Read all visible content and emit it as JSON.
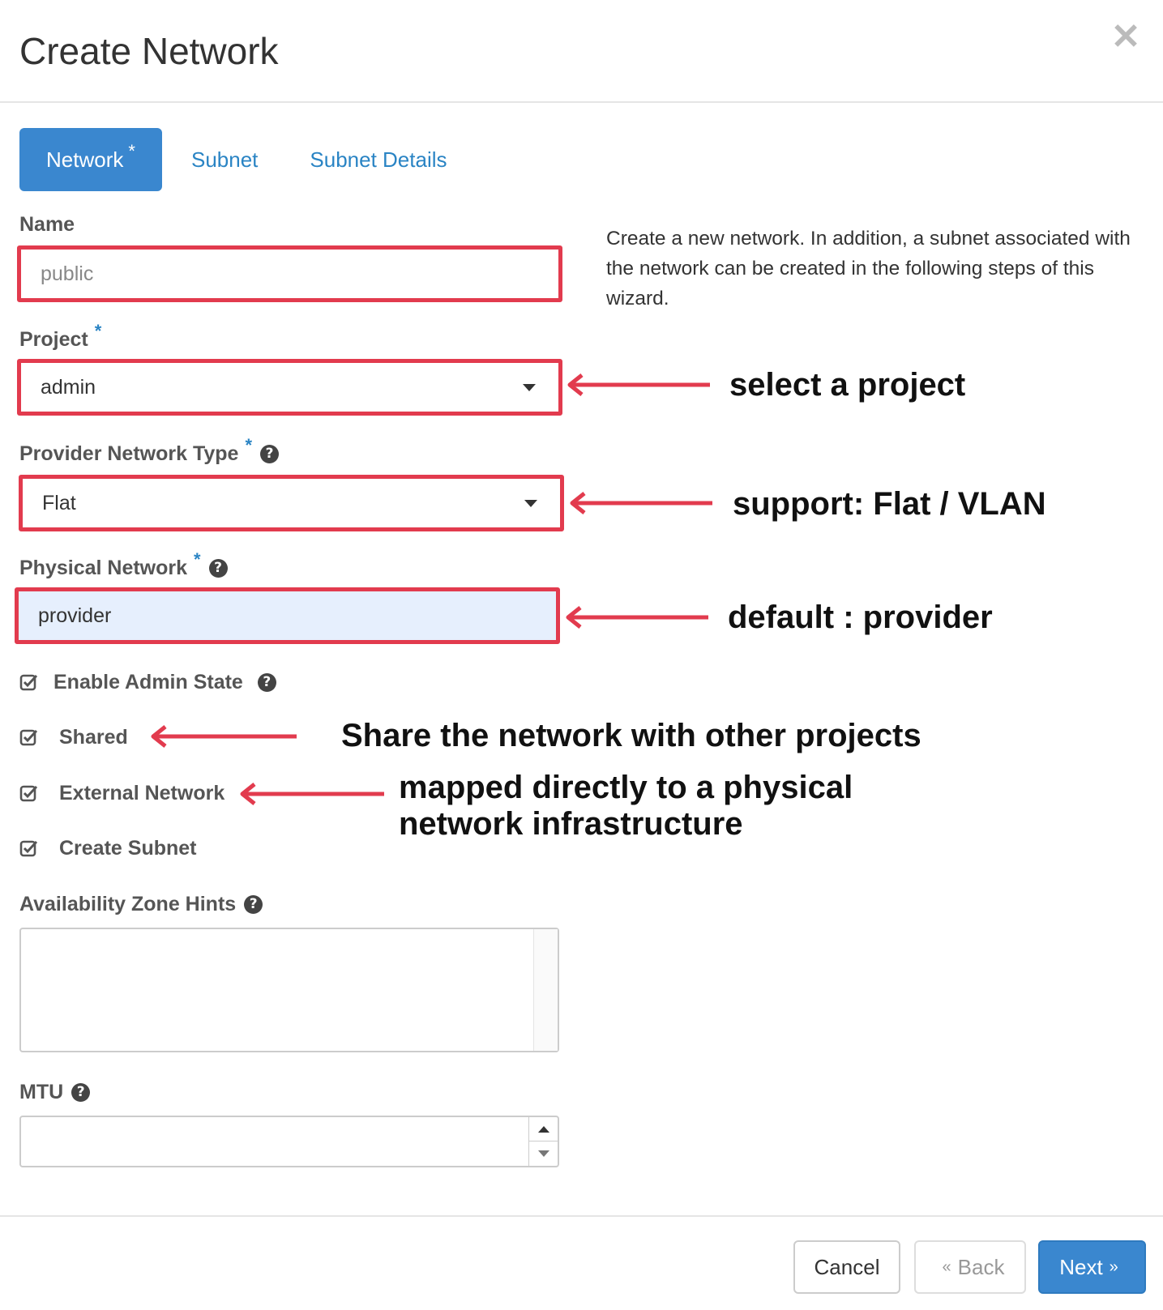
{
  "dialog": {
    "title": "Create Network",
    "close_icon": "close-icon"
  },
  "tabs": [
    {
      "label": "Network",
      "required_marker": "*",
      "active": true
    },
    {
      "label": "Subnet",
      "active": false
    },
    {
      "label": "Subnet Details",
      "active": false
    }
  ],
  "form": {
    "name": {
      "label": "Name",
      "placeholder": "public"
    },
    "project": {
      "label": "Project",
      "required_marker": "*",
      "value": "admin"
    },
    "provider_network_type": {
      "label": "Provider Network Type",
      "required_marker": "*",
      "help_icon": "?",
      "value": "Flat"
    },
    "physical_network": {
      "label": "Physical Network",
      "required_marker": "*",
      "help_icon": "?",
      "value": "provider"
    },
    "checkboxes": [
      {
        "label": "Enable Admin State",
        "checked": true,
        "help_icon": "?"
      },
      {
        "label": "Shared",
        "checked": true
      },
      {
        "label": "External Network",
        "checked": true
      },
      {
        "label": "Create Subnet",
        "checked": true
      }
    ],
    "availability_zone_hints": {
      "label": "Availability Zone Hints",
      "help_icon": "?"
    },
    "mtu": {
      "label": "MTU",
      "help_icon": "?",
      "value": ""
    }
  },
  "description": "Create a new network. In addition, a subnet associated with the network can be created in the following steps of this wizard.",
  "annotations": {
    "project": "select a project",
    "provider_type": "support: Flat / VLAN",
    "physical_network": "default : provider",
    "shared": "Share the network with other projects",
    "external_line1": "mapped directly to a physical",
    "external_line2": "network infrastructure"
  },
  "footer": {
    "cancel": "Cancel",
    "back": "Back",
    "back_chevron": "«",
    "next": "Next",
    "next_chevron": "»"
  },
  "colors": {
    "primary": "#3a87cf",
    "highlight_border": "#e23b4e",
    "link": "#2a84c4"
  }
}
